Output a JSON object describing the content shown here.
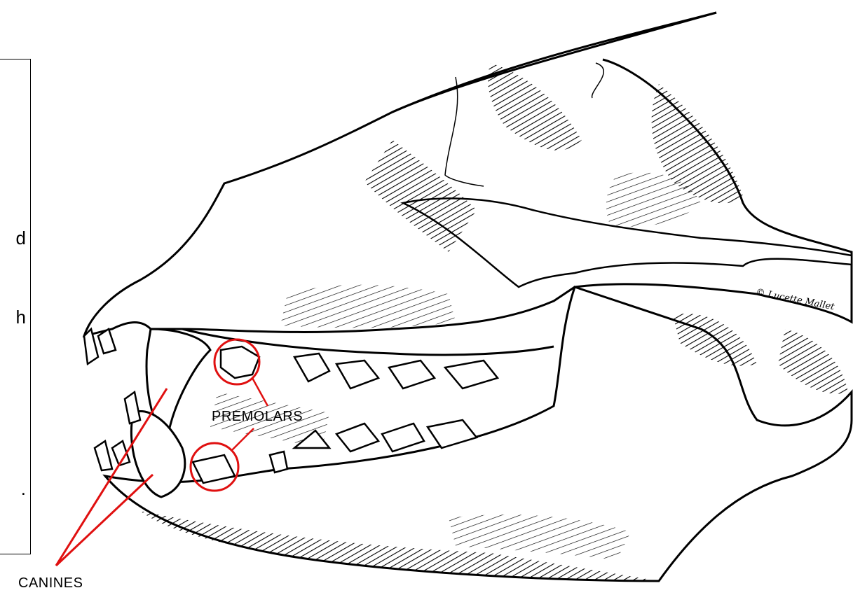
{
  "side_text": {
    "fragments": [
      "d",
      "h",
      "."
    ]
  },
  "labels": {
    "premolars": "PREMOLARS",
    "canines": "CANINES"
  },
  "credit": "© Lucette Mallet",
  "colors": {
    "annotation": "#e01010",
    "ink": "#000000",
    "background": "#ffffff"
  }
}
